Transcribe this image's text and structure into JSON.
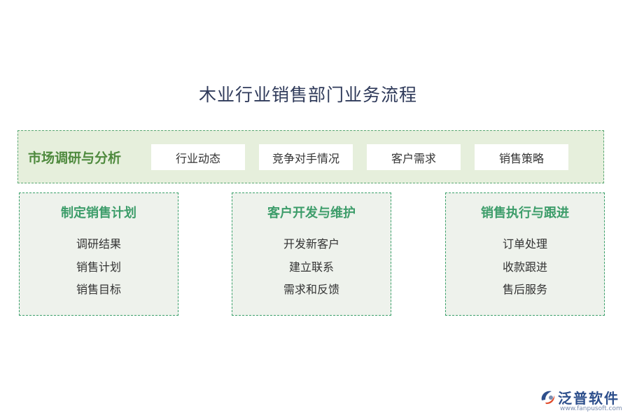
{
  "title": "木业行业销售部门业务流程",
  "market_research": {
    "label": "市场调研与分析",
    "items": [
      "行业动态",
      "竞争对手情况",
      "客户需求",
      "销售策略"
    ]
  },
  "boxes": [
    {
      "title": "制定销售计划",
      "items": [
        "调研结果",
        "销售计划",
        "销售目标"
      ]
    },
    {
      "title": "客户开发与维护",
      "items": [
        "开发新客户",
        "建立联系",
        "需求和反馈"
      ]
    },
    {
      "title": "销售执行与跟进",
      "items": [
        "订单处理",
        "收款跟进",
        "售后服务"
      ]
    }
  ],
  "logo": {
    "name": "泛普软件",
    "url": "www.fanpusoft.com",
    "icon": "fanpu-logo-icon",
    "colors": {
      "text": "#2d4f8c",
      "accent_red": "#e04a2a"
    }
  }
}
